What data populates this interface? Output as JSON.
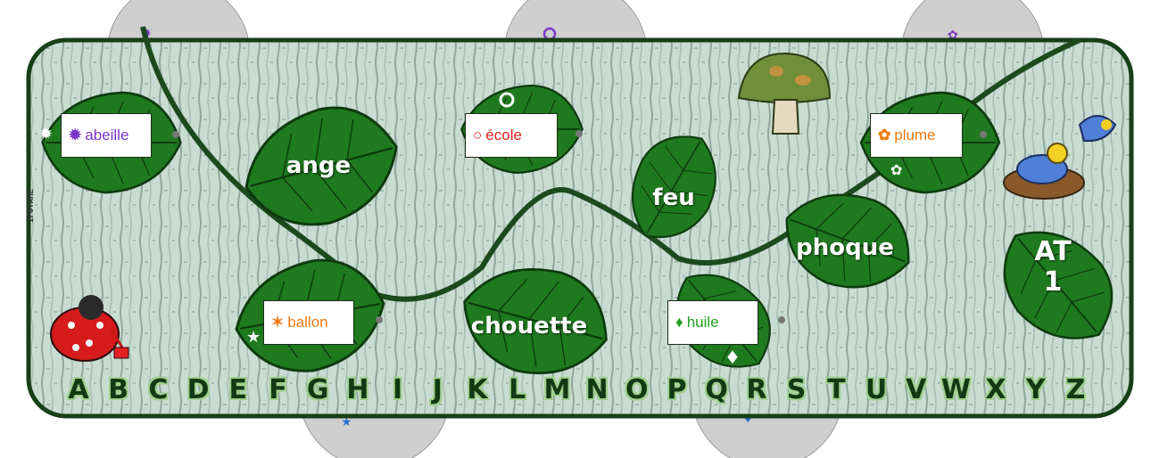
{
  "colors": {
    "frame": "#173f17",
    "leaf": "#1f7a1f",
    "vine": "#1d4a1d",
    "bark": "#c9dcd3",
    "purple": "#7a35c9",
    "red": "#e0201b",
    "orange": "#ef7b10",
    "green": "#1ea01e"
  },
  "labels": [
    {
      "id": "abeille",
      "text": "abeille",
      "symbol": "✹",
      "color": "#7a35c9"
    },
    {
      "id": "ecole",
      "text": "école",
      "symbol": "○",
      "color": "#e0201b"
    },
    {
      "id": "plume",
      "text": "plume",
      "symbol": "✿",
      "color": "#ef7b10"
    },
    {
      "id": "ballon",
      "text": "ballon",
      "symbol": "✶",
      "color": "#ef7b10"
    },
    {
      "id": "huile",
      "text": "huile",
      "symbol": "♦",
      "color": "#1ea01e"
    }
  ],
  "words": [
    "ange",
    "feu",
    "phoque",
    "chouette"
  ],
  "alphabet": [
    "A",
    "B",
    "C",
    "D",
    "E",
    "F",
    "G",
    "H",
    "I",
    "J",
    "K",
    "L",
    "M",
    "N",
    "O",
    "P",
    "Q",
    "R",
    "S",
    "T",
    "U",
    "V",
    "W",
    "X",
    "Y",
    "Z"
  ],
  "at_leaf": {
    "line1": "AT",
    "line2": "1"
  },
  "credit": "IPOTAME"
}
